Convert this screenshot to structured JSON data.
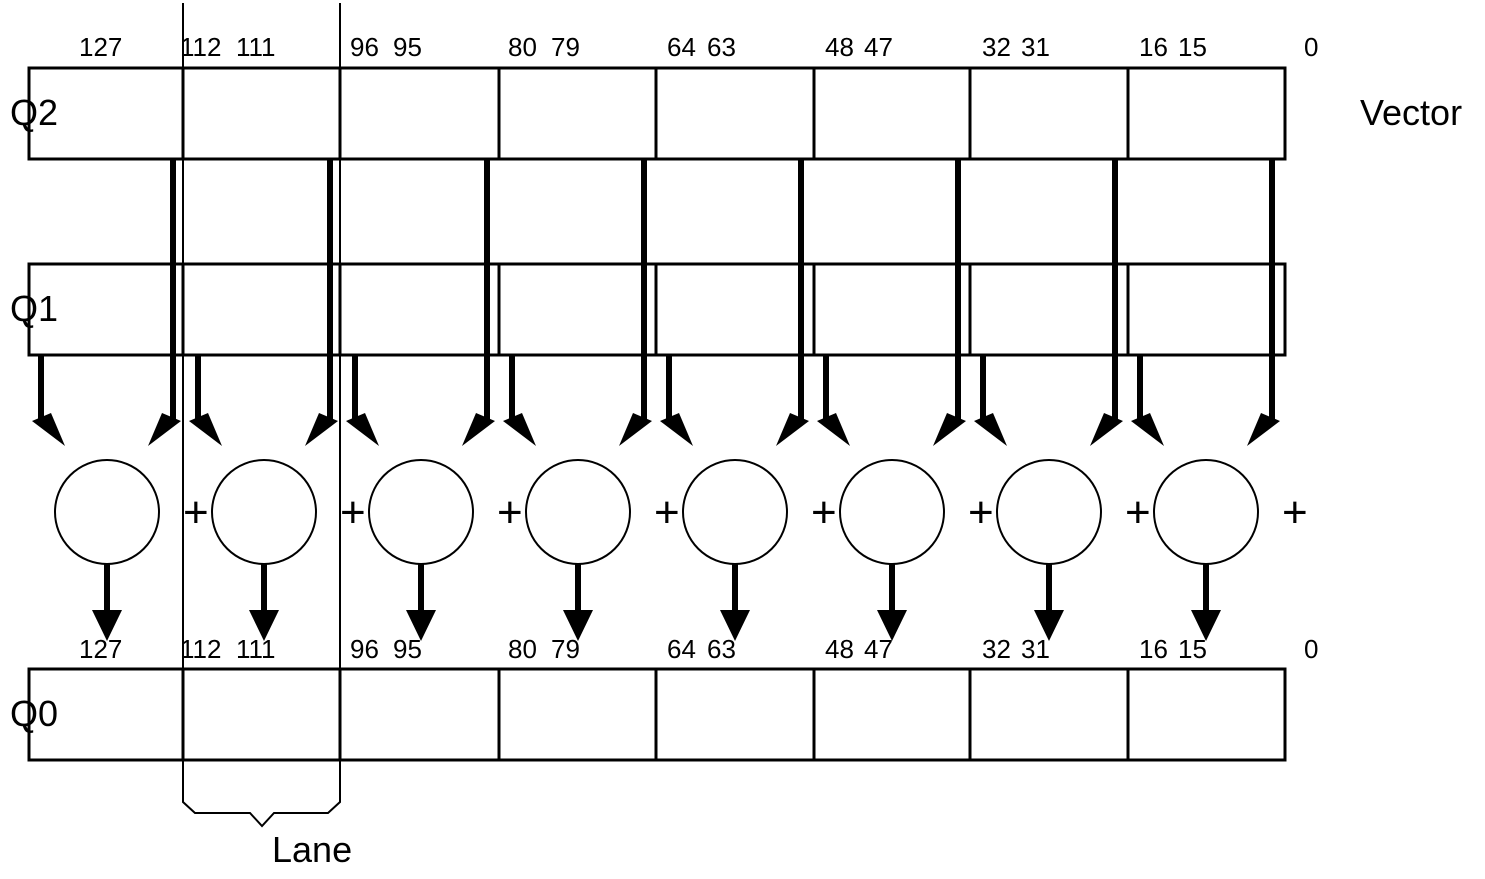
{
  "registers": {
    "q2": {
      "label": "Q2"
    },
    "q1": {
      "label": "Q1"
    },
    "q0": {
      "label": "Q0"
    }
  },
  "vector_label": "Vector",
  "lane_label": "Lane",
  "bit_labels_top": [
    "127",
    "112",
    "111",
    "96",
    "95",
    "80",
    "79",
    "64",
    "63",
    "48",
    "47",
    "32",
    "31",
    "16",
    "15",
    "0"
  ],
  "bit_labels_bottom": [
    "127",
    "112",
    "111",
    "96",
    "95",
    "80",
    "79",
    "64",
    "63",
    "48",
    "47",
    "32",
    "31",
    "16",
    "15",
    "0"
  ],
  "operator": "+",
  "lane_count": 8
}
